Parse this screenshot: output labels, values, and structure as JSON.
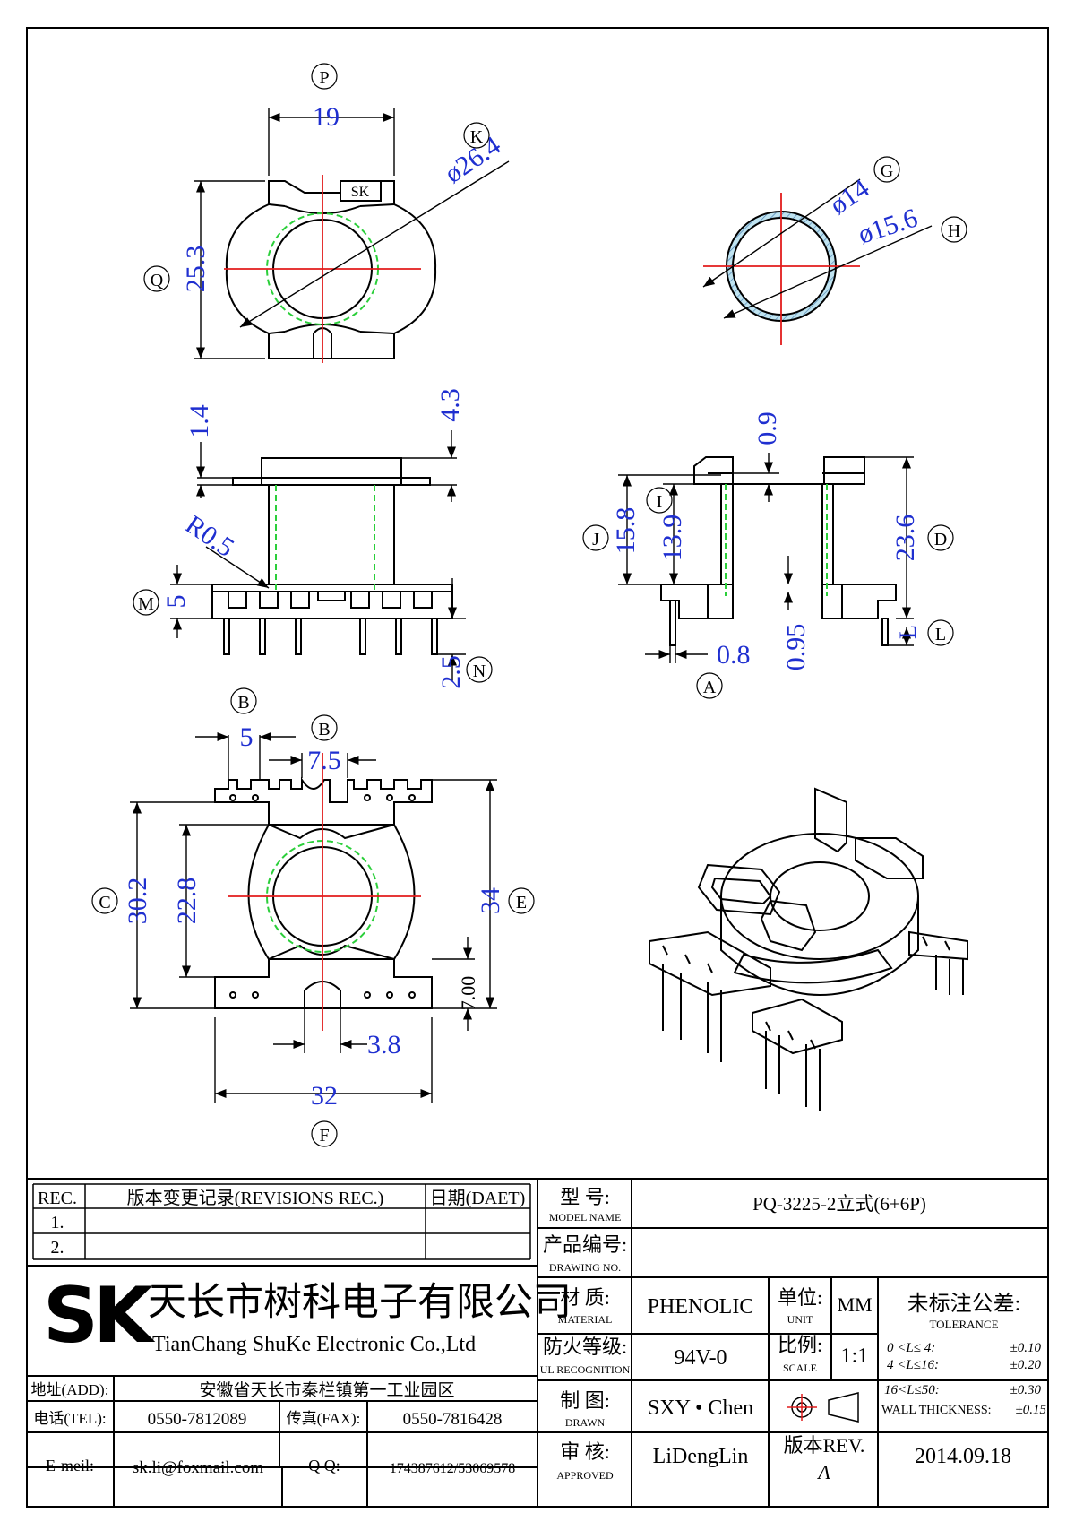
{
  "views": {
    "top": {
      "letters": {
        "p": "P",
        "k": "K",
        "q": "Q"
      },
      "dims": {
        "width": "19",
        "diameter": "ø26.4",
        "height": "25.3"
      },
      "brand": "SK"
    },
    "tube": {
      "letters": {
        "g": "G",
        "h": "H"
      },
      "dims": {
        "inner": "ø14",
        "outer": "ø15.6"
      }
    },
    "front": {
      "letters": {
        "m": "M",
        "n": "N"
      },
      "dims": {
        "top_flange": "1.4",
        "top_height": "4.3",
        "radius": "R0.5",
        "base": "5",
        "pin": "2.5"
      }
    },
    "side": {
      "letters": {
        "i": "I",
        "j": "J",
        "d": "D",
        "l": "L",
        "a": "A"
      },
      "dims": {
        "gap": "0.9",
        "inner": "13.9",
        "outer": "15.8",
        "total": "23.6",
        "l": "L",
        "pin_w": "0.8",
        "base_gap": "0.95"
      }
    },
    "bottom": {
      "letters": {
        "b1": "B",
        "b2": "B",
        "c": "C",
        "e": "E",
        "f": "F"
      },
      "dims": {
        "pitch": "5",
        "gap": "7.5",
        "outer_h": "30.2",
        "inner_h": "22.8",
        "total_h": "34",
        "edge": "7.00",
        "slot": "3.8",
        "width": "32"
      }
    }
  },
  "title_block": {
    "revisions": {
      "header_rec": "REC.",
      "header_desc": "版本变更记录(REVISIONS REC.)",
      "header_date": "日期(DAET)",
      "rows": [
        "1.",
        "2."
      ]
    },
    "company": {
      "logo": "SK",
      "name_cn": "天长市树科电子有限公司",
      "name_en": "TianChang ShuKe Electronic Co.,Ltd"
    },
    "address": {
      "label": "地址(ADD):",
      "value": "安徽省天长市秦栏镇第一工业园区"
    },
    "tel": {
      "label": "电话(TEL):",
      "value": "0550-7812089"
    },
    "fax": {
      "label": "传真(FAX):",
      "value": "0550-7816428"
    },
    "email": {
      "label": "E-meil:",
      "value": "sk.li@foxmail.com"
    },
    "qq": {
      "label": "Q Q:",
      "value": "174387612/53069578"
    },
    "model": {
      "label_cn": "型  号:",
      "label_en": "MODEL NAME",
      "value": "PQ-3225-2立式(6+6P)"
    },
    "drawing": {
      "label_cn": "产品编号:",
      "label_en": "DRAWING NO.",
      "value": ""
    },
    "material": {
      "label_cn": "材  质:",
      "label_en": "MATERIAL",
      "value": "PHENOLIC"
    },
    "ul": {
      "label_cn": "防火等级:",
      "label_en": "UL RECOGNITION",
      "value": "94V-0"
    },
    "drawn": {
      "label_cn": "制  图:",
      "label_en": "DRAWN",
      "value": "SXY • Chen"
    },
    "approved": {
      "label_cn": "审  核:",
      "label_en": "APPROVED",
      "value": "LiDengLin"
    },
    "unit": {
      "label_cn": "单位:",
      "label_en": "UNIT",
      "value": "MM"
    },
    "scale": {
      "label_cn": "比例:",
      "label_en": "SCALE",
      "value": "1:1"
    },
    "rev": {
      "label_cn": "版本REV.",
      "value": "A"
    },
    "date": "2014.09.18",
    "tolerance": {
      "title_cn": "未标注公差:",
      "title_en": "TOLERANCE",
      "rows": [
        {
          "range": "0 <L≤ 4:",
          "value": "±0.10"
        },
        {
          "range": "4 <L≤16:",
          "value": "±0.20"
        },
        {
          "range": "16<L≤50:",
          "value": "±0.30"
        }
      ],
      "wall_label": "WALL THICKNESS:",
      "wall_value": "±0.15"
    }
  }
}
